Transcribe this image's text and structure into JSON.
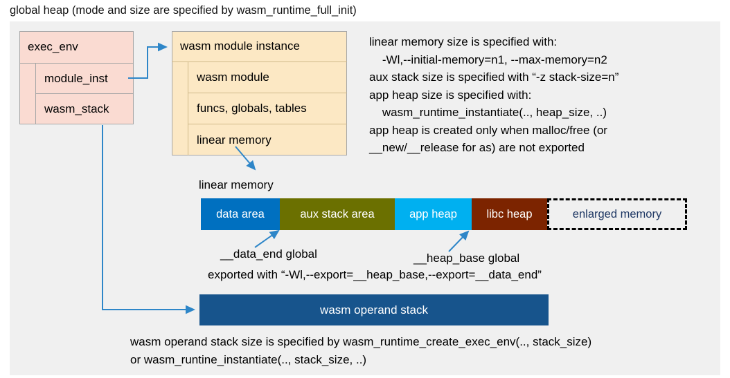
{
  "title": "global heap (mode and size are specified by wasm_runtime_full_init)",
  "exec_env": {
    "header": "exec_env",
    "fields": [
      {
        "label": "module_inst"
      },
      {
        "label": "wasm_stack"
      }
    ]
  },
  "module_instance": {
    "header": "wasm module instance",
    "fields": [
      {
        "label": "wasm module"
      },
      {
        "label": "funcs, globals, tables"
      },
      {
        "label": "linear memory"
      }
    ]
  },
  "notes": {
    "right": "linear memory size is specified with:\n    -Wl,--initial-memory=n1, --max-memory=n2\naux stack size is specified with “-z stack-size=n”\napp heap size is specified with:\n    wasm_runtime_instantiate(.., heap_size, ..)\napp heap is created only when malloc/free (or\n__new/__release for as) are not exported",
    "bottom": "wasm operand stack size is specified by wasm_runtime_create_exec_env(.., stack_size)\nor wasm_runtine_instantiate(.., stack_size, ..)"
  },
  "linear_memory": {
    "label": "linear memory",
    "segments": [
      {
        "label": "data area",
        "color": "#0070c0"
      },
      {
        "label": "aux stack area",
        "color": "#6b7000"
      },
      {
        "label": "app heap",
        "color": "#00b0f0"
      },
      {
        "label": "libc heap",
        "color": "#7c2400"
      },
      {
        "label": "enlarged memory",
        "color": "#f0f0f0"
      }
    ],
    "annotations": {
      "data_end": "__data_end global",
      "heap_base": "__heap_base global",
      "export": "exported with “-Wl,--export=__heap_base,--export=__data_end”"
    }
  },
  "operand_stack": {
    "label": "wasm operand stack",
    "color": "#17548c"
  },
  "colors": {
    "panel_background": "#f0f0f0",
    "exec_env_fill": "#fadbd2",
    "module_instance_fill": "#fce8c4",
    "connector": "#2e86c8",
    "enlarged_text": "#1f3864"
  }
}
